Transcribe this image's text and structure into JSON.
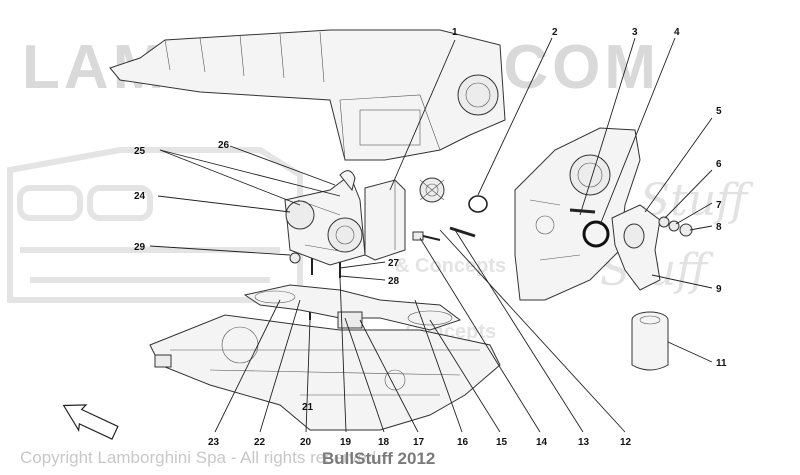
{
  "watermark": {
    "brand": "LAMBOSTUFF.COM",
    "script_top": "Stuff",
    "script_bottom": "Stuff",
    "concepts_1": "& Concepts",
    "concepts_2": "Concepts"
  },
  "copyright": "Copyright Lamborghini Spa - All rights reserved",
  "bullstuff": "BullStuff 2012",
  "callouts": [
    "1",
    "2",
    "3",
    "4",
    "5",
    "6",
    "7",
    "8",
    "9",
    "11",
    "12",
    "13",
    "14",
    "15",
    "16",
    "17",
    "18",
    "19",
    "20",
    "21",
    "22",
    "23",
    "24",
    "25",
    "26",
    "27",
    "28",
    "29"
  ],
  "colors": {
    "line": "#222222",
    "watermark": "#d9d9d9",
    "part_fill": "#f4f4f4"
  }
}
